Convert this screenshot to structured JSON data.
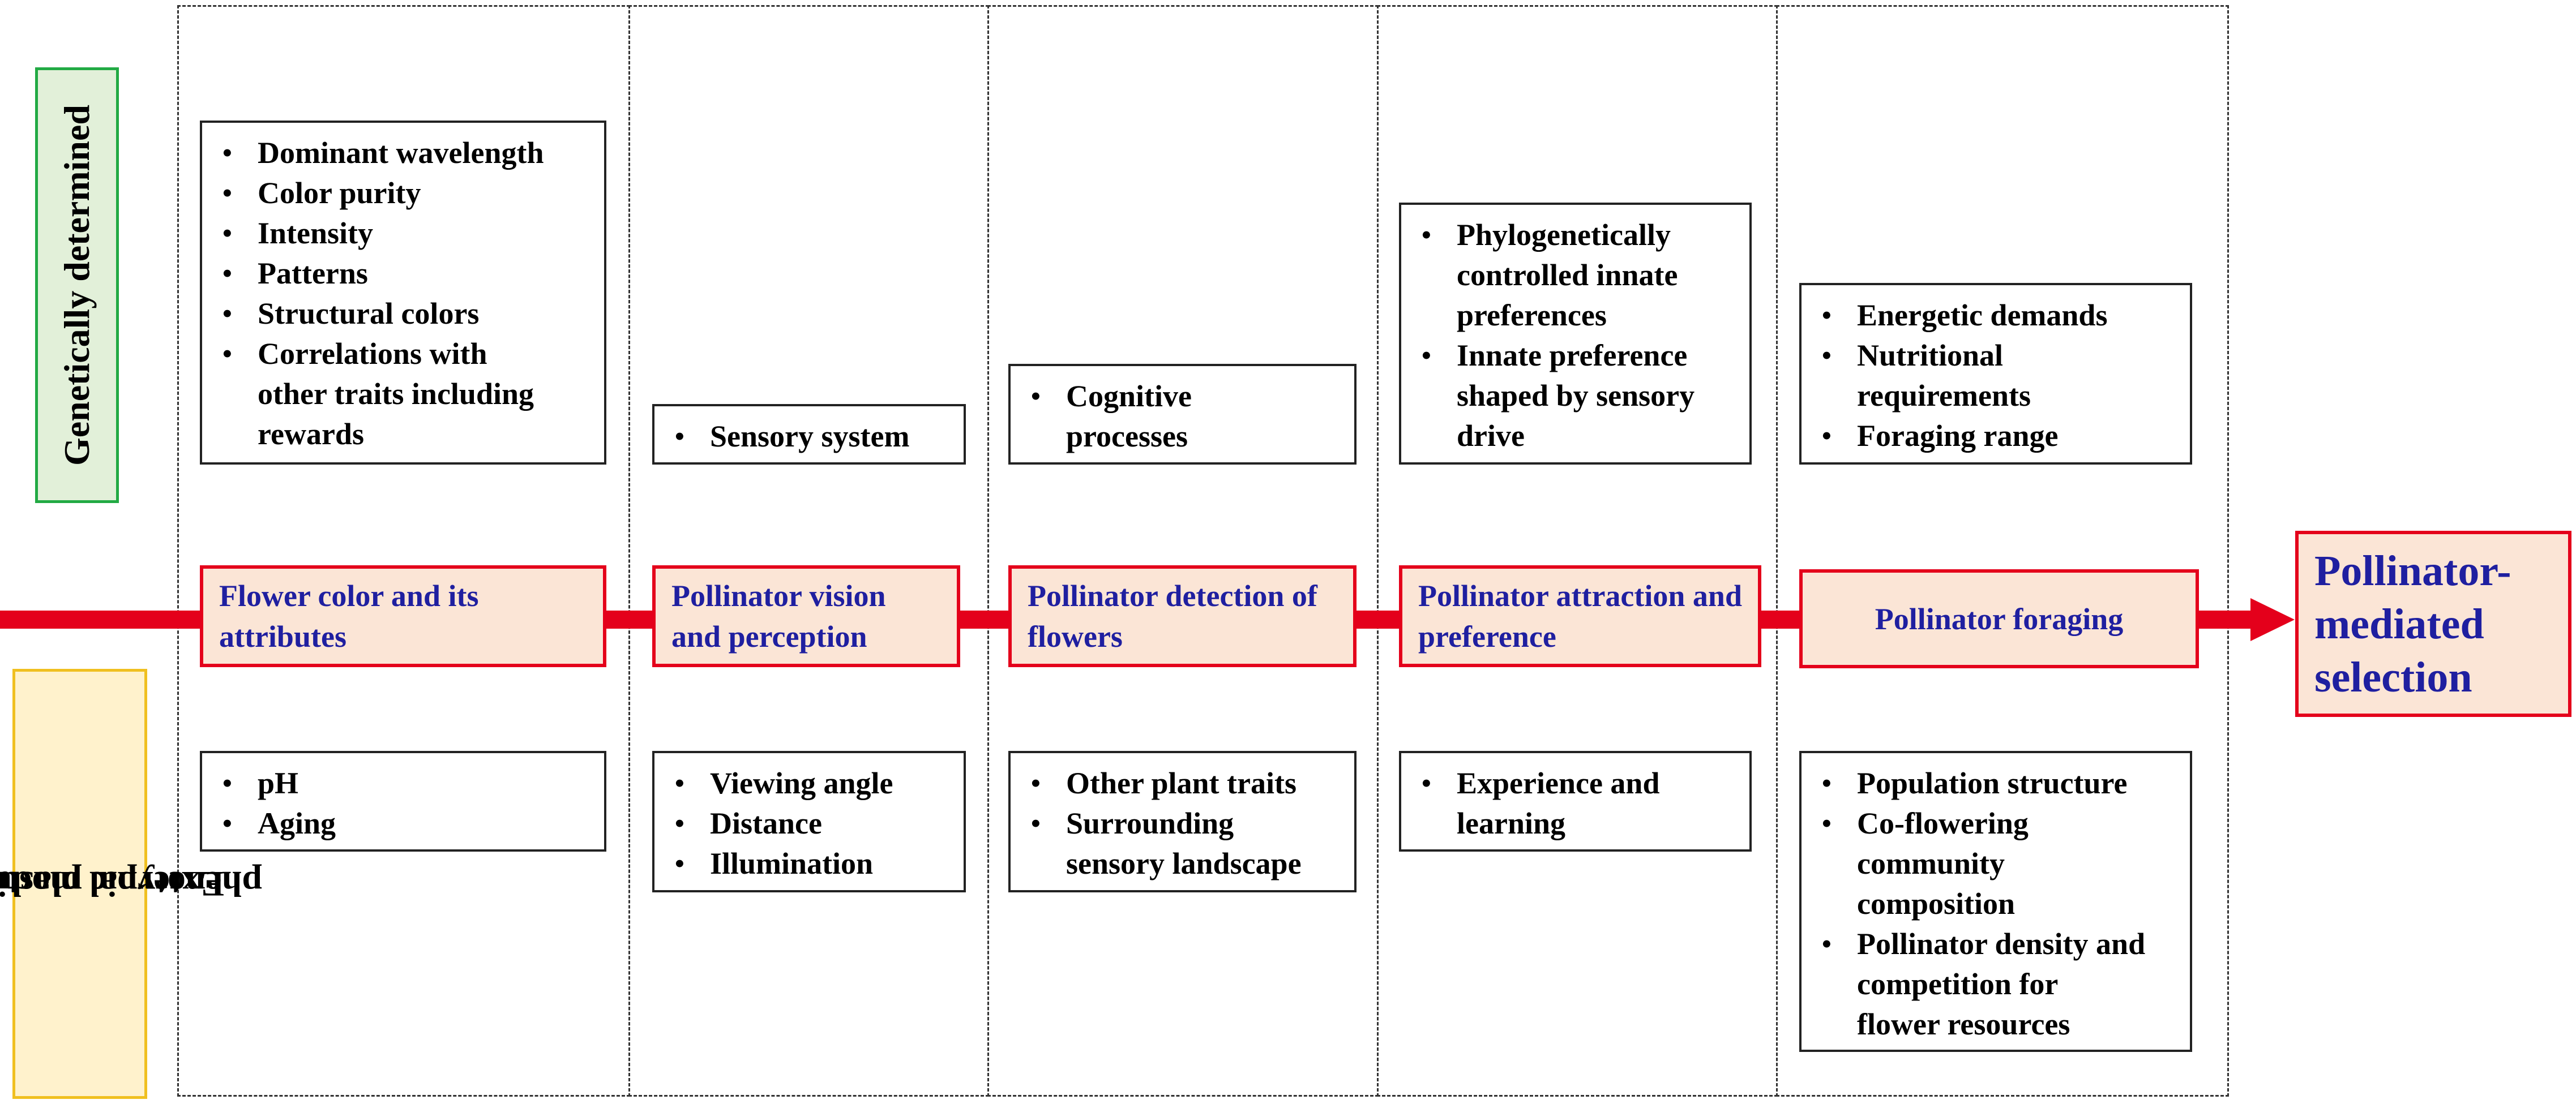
{
  "colors": {
    "accent": "#e4001b",
    "stage_fill": "#fbe5d6",
    "stage_text": "#1f1fa0",
    "green_border": "#22aa44",
    "yellow_border": "#f0c020"
  },
  "row_labels": {
    "top": "Genetically determined",
    "bottom_line1": "External modulation/",
    "bottom_line2": "phenotypic plasticity"
  },
  "stages": [
    {
      "label": "Flower color and its attributes"
    },
    {
      "label": "Pollinator vision and perception"
    },
    {
      "label": "Pollinator detection of flowers"
    },
    {
      "label": "Pollinator attraction and preference"
    },
    {
      "label": "Pollinator foraging"
    }
  ],
  "outcome": {
    "label": "Pollinator-mediated selection"
  },
  "genetic": [
    {
      "items": [
        "Dominant wavelength",
        "Color purity",
        "Intensity",
        "Patterns",
        "Structural colors",
        "Correlations with",
        "other traits including",
        "rewards"
      ]
    },
    {
      "items": [
        "Sensory system"
      ]
    },
    {
      "items": [
        "Cognitive",
        "processes"
      ]
    },
    {
      "items": [
        "Phylogenetically",
        "controlled innate",
        "preferences",
        "Innate preference",
        "shaped by sensory",
        "drive"
      ]
    },
    {
      "items": [
        "Energetic demands",
        "Nutritional",
        "requirements",
        "Foraging range"
      ]
    }
  ],
  "external": [
    {
      "items": [
        "pH",
        "Aging"
      ]
    },
    {
      "items": [
        "Viewing angle",
        "Distance",
        "Illumination"
      ]
    },
    {
      "items": [
        "Other plant traits",
        "Surrounding",
        "sensory landscape"
      ]
    },
    {
      "items": [
        "Experience and",
        "learning"
      ]
    },
    {
      "items": [
        "Population structure",
        "Co-flowering",
        "community",
        "composition",
        "Pollinator density and",
        "competition for",
        "flower resources"
      ]
    }
  ]
}
